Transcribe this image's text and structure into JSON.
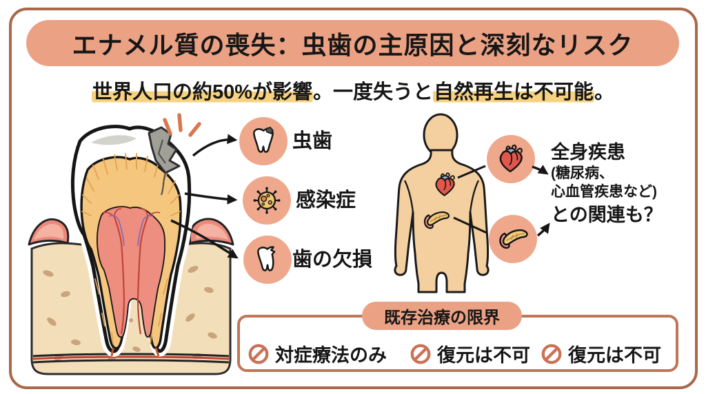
{
  "title": "エナメル質の喪失：虫歯の主原因と深刻なリスク",
  "subtitle": {
    "segments": [
      {
        "text": "世界人口の約50%が影響",
        "highlight": true
      },
      {
        "text": "。一度失うと",
        "highlight": false
      },
      {
        "text": "自然再生は不可能",
        "highlight": true
      },
      {
        "text": "。",
        "highlight": false
      }
    ]
  },
  "illustrations": {
    "left": "tooth-cross-section",
    "right": "human-torso-silhouette-with-heart-and-pancreas"
  },
  "risk_items": [
    {
      "icon": "decayed-tooth-icon",
      "label": "虫歯"
    },
    {
      "icon": "virus-icon",
      "label": "感染症"
    },
    {
      "icon": "chipped-tooth-icon",
      "label": "歯の欠損"
    }
  ],
  "systemic_risk": {
    "lines": [
      "全身疾患",
      "(糖尿病、",
      "心血管疾患など)",
      "との関連も？"
    ],
    "organ_callouts": [
      {
        "icon": "heart-icon"
      },
      {
        "icon": "pancreas-icon"
      }
    ]
  },
  "treatment_limitations": {
    "badge": "既存治療の限界",
    "items": [
      {
        "icon": "no-entry-icon",
        "label": "対症療法のみ"
      },
      {
        "icon": "no-entry-icon",
        "label": "復元は不可"
      },
      {
        "icon": "no-entry-icon",
        "label": "復元は不可"
      }
    ]
  },
  "colors": {
    "frame_brown": "#aa684a",
    "accent_salmon": "#eba184",
    "circle_salmon": "#efa88c",
    "highlight_yellow": "#f6d280",
    "text_dark": "#161616",
    "box_border": "#bf7558",
    "prohibit_red": "#cb7157",
    "bone": "#f3deba",
    "bone_speckle": "#c29b72",
    "gum_pink": "#eb8a7c",
    "gum_light": "#f5b2a2",
    "dentin_orange": "#f5c67e",
    "dentin_hatch": "#e3a254",
    "pulp_pink": "#ee8e81",
    "cavity_gray": "#a0a099",
    "enamel_shade": "#c8c8c2",
    "skin": "#f4d0a0",
    "heart_red": "#e2574b",
    "heart_blue": "#8fb4d3",
    "pancreas_yellow": "#f1cc7b",
    "pancreas_pink": "#ee9a8a",
    "virus_yellow": "#f1c870",
    "virus_spot": "#df8750",
    "emphasis_orange": "#d8784f",
    "vessel_red": "#bf4437",
    "vessel_purple": "#8d69a6",
    "arrow_black": "#161616"
  }
}
